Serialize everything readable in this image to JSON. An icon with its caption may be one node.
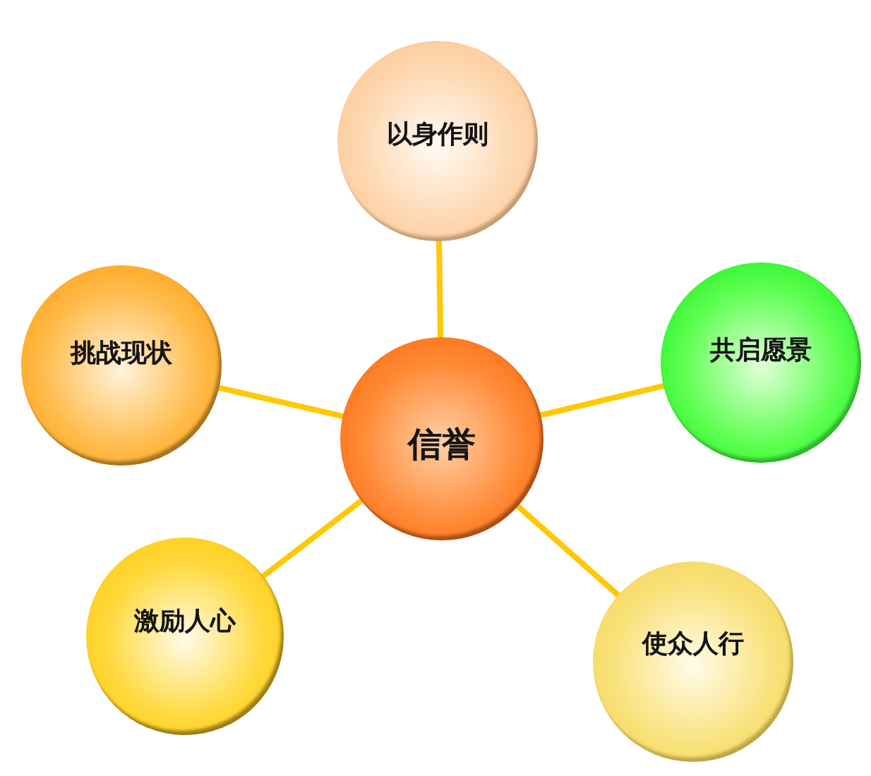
{
  "diagram": {
    "nodes": [
      {
        "text": [
          "以身作则"
        ]
      },
      {
        "text": [
          "挑战现状"
        ]
      },
      {
        "text": [
          "信誉"
        ]
      },
      {
        "text": [
          "共启愿景"
        ]
      },
      {
        "text": [
          "激励人心"
        ]
      },
      {
        "text": [
          "使众人行"
        ]
      }
    ],
    "edges": [
      {
        "from": 2,
        "to": 0,
        "arrow": "none"
      },
      {
        "from": 2,
        "to": 1,
        "arrow": "none"
      },
      {
        "from": 2,
        "to": 3,
        "arrow": "none"
      },
      {
        "from": 2,
        "to": 4,
        "arrow": "none"
      },
      {
        "from": 2,
        "to": 5,
        "arrow": "none"
      }
    ]
  }
}
